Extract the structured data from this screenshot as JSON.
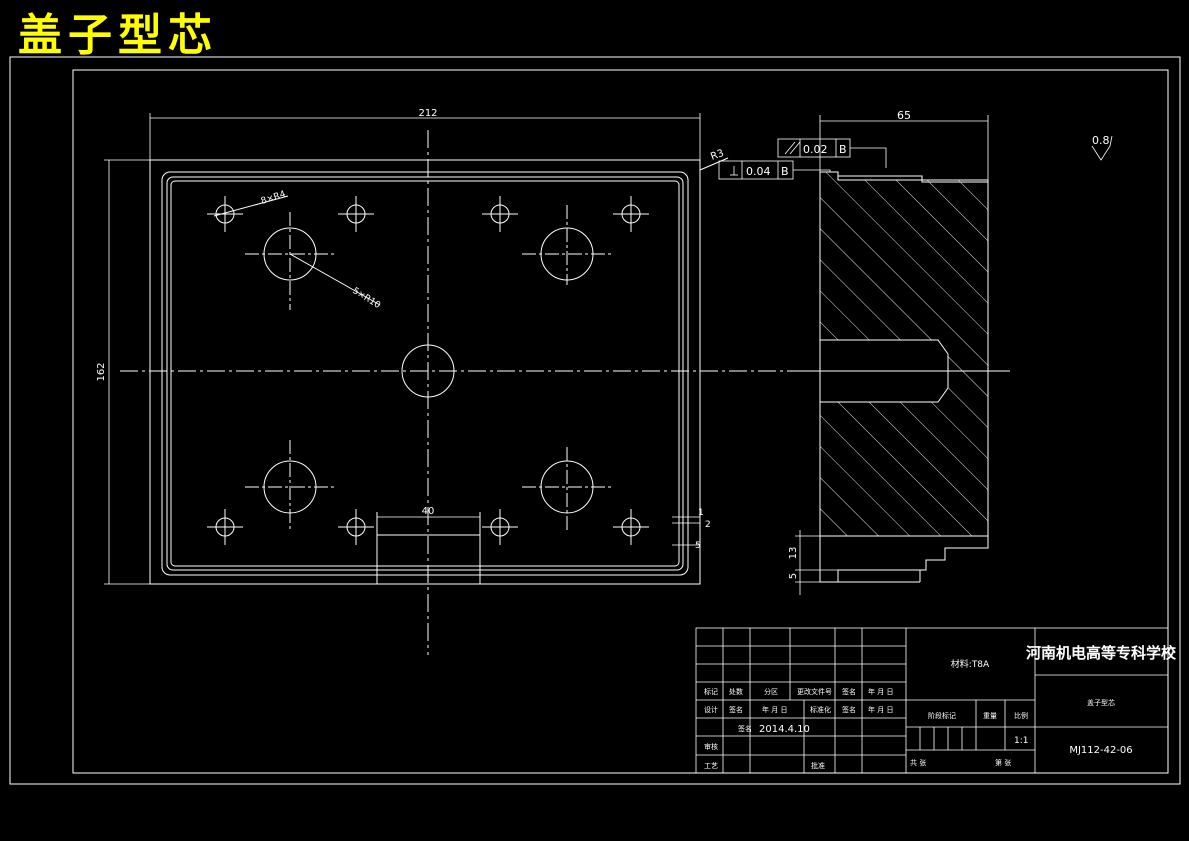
{
  "title": "盖子型芯",
  "colors": {
    "background": "#000000",
    "lines": "#ffffff",
    "title": "#ffff00"
  },
  "plan_view": {
    "dim_width": "212",
    "dim_height": "162",
    "dim_slot": "40",
    "dim_r": "R3",
    "hole_small_note": "8×R4",
    "hole_large_note": "5×R10",
    "dim_1": "1",
    "dim_2": "2",
    "dim_5": "5"
  },
  "section_view": {
    "dim_width": "65",
    "tol_parallel": "0.02",
    "tol_perp": "0.04",
    "datum": "B",
    "dim_13": "13",
    "dim_5": "5",
    "roughness": "0.8"
  },
  "title_block": {
    "material": "材料:T8A",
    "school": "河南机电高等专科学校",
    "part_name": "盖子型芯",
    "drawing_no": "MJ112-42-06",
    "scale": "1:1",
    "date": "2014.4.10",
    "labels": {
      "mark": "标记",
      "count": "处数",
      "zone": "分区",
      "change_doc": "更改文件号",
      "sign": "签名",
      "ymd": "年 月 日",
      "design": "设计",
      "standard": "标准化",
      "stage_mark": "阶段标记",
      "weight": "重量",
      "ratio": "比例",
      "check": "审核",
      "process": "工艺",
      "approve": "批准",
      "sheet_total": "共 张",
      "sheet_no": "第 张"
    }
  }
}
